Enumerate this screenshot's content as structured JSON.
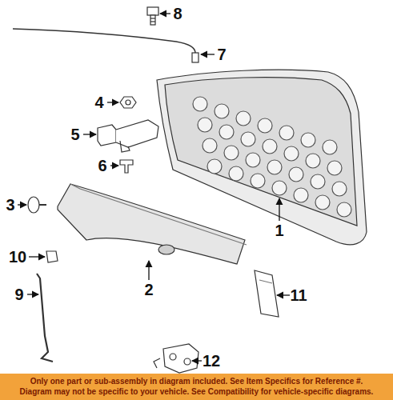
{
  "diagram": {
    "labels": [
      "8",
      "7",
      "4",
      "5",
      "6",
      "3",
      "1",
      "10",
      "2",
      "9",
      "11",
      "12",
      "Only one part or sub-assembly in diagram included. See Item Specifics for Reference #.",
      "Diagram may not be specific to your vehicle. See Compatibility for vehicle-specific diagrams."
    ]
  }
}
